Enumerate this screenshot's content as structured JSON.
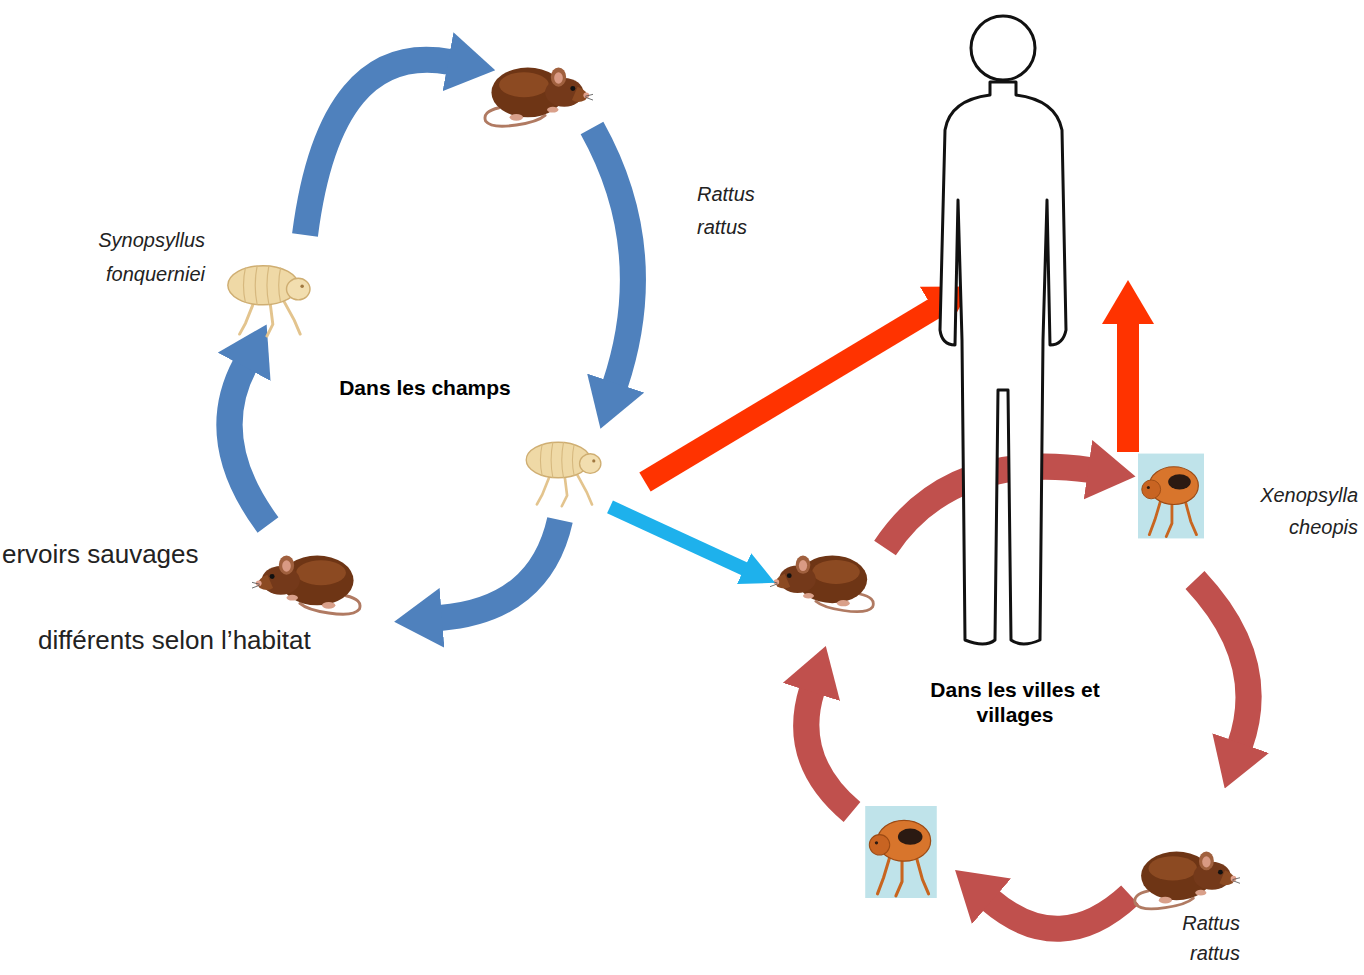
{
  "diagram": {
    "nodes": [
      {
        "text": [
          "Dans les champs"
        ]
      },
      {
        "text": [
          "Dans les villes et villages"
        ]
      }
    ],
    "edges": [
      {
        "from": 0,
        "to": 1,
        "arrow": "to"
      }
    ],
    "labels": [
      "Synopsyllus fonquerniei",
      "Rattus rattus",
      "Xenopsylla cheopis",
      "Rattus rattus",
      "ervoirs sauvages",
      "différents selon l’habitat"
    ]
  }
}
